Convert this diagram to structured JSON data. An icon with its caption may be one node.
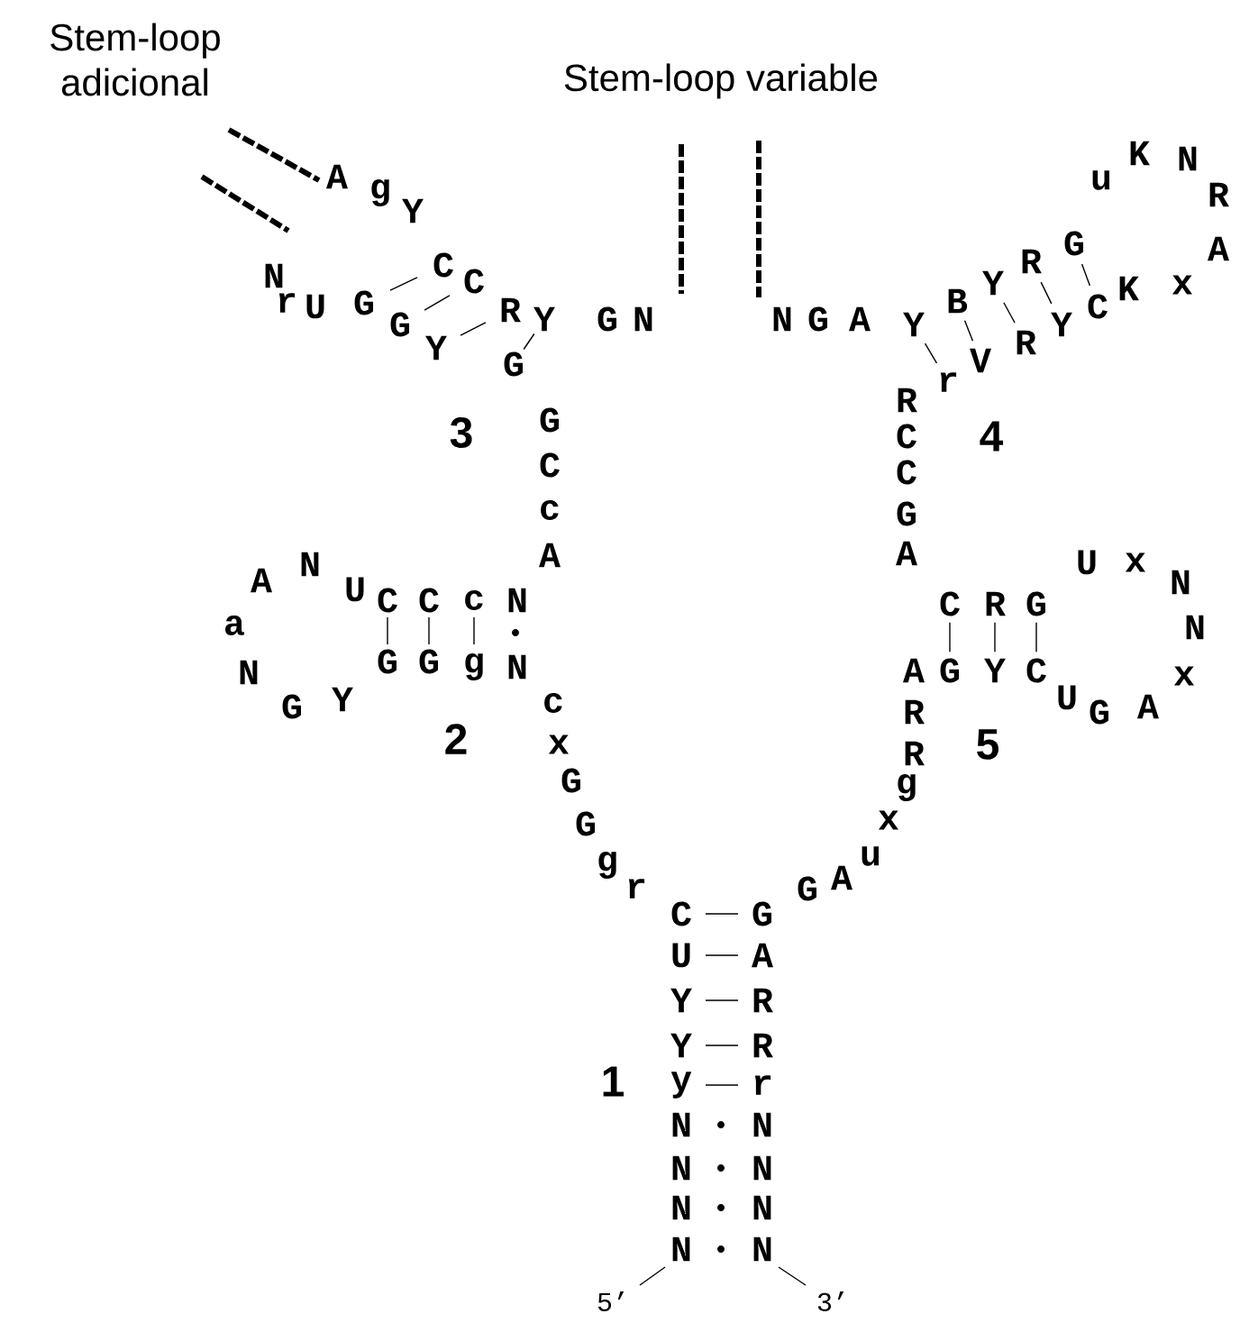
{
  "diagram": {
    "labels": [
      "Stem-loop adicional",
      "Stem-loop variable",
      "5’",
      "N",
      "N",
      "N",
      "N",
      "y",
      "Y",
      "Y",
      "U",
      "C",
      "r",
      "g",
      "G",
      "G",
      "x",
      "c",
      "N",
      "g",
      "G",
      "G",
      "Y",
      "G",
      "N",
      "a",
      "A",
      "N",
      "U",
      "C",
      "C",
      "c",
      "N",
      "A",
      "c",
      "C",
      "G",
      "G",
      "Y",
      "G",
      "G",
      "U",
      "r",
      "N",
      "A",
      "g",
      "Y",
      "C",
      "C",
      "R",
      "Y",
      "G",
      "N",
      "N",
      "G",
      "A",
      "Y",
      "B",
      "Y",
      "R",
      "G",
      "u",
      "K",
      "N",
      "R",
      "A",
      "x",
      "K",
      "C",
      "Y",
      "R",
      "V",
      "r",
      "R",
      "C",
      "C",
      "G",
      "A",
      "C",
      "R",
      "G",
      "U",
      "x",
      "N",
      "N",
      "x",
      "A",
      "G",
      "U",
      "C",
      "Y",
      "G",
      "A",
      "R",
      "R",
      "g",
      "x",
      "u",
      "A",
      "G",
      "G",
      "A",
      "R",
      "R",
      "r",
      "N",
      "N",
      "N",
      "N",
      "3’",
      "1",
      "2",
      "3",
      "4",
      "5"
    ]
  }
}
